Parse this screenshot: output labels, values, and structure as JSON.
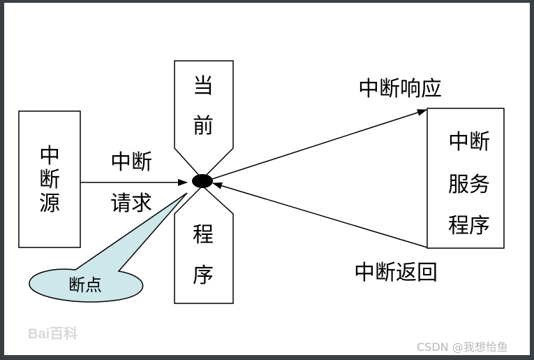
{
  "diagram": {
    "source_box": {
      "lines": [
        "中",
        "断",
        "源"
      ]
    },
    "request_label": {
      "lines": [
        "中断",
        "请求"
      ]
    },
    "program_top": {
      "lines": [
        "当",
        "前"
      ]
    },
    "program_bottom": {
      "lines": [
        "程",
        "序"
      ]
    },
    "breakpoint_label": "断点",
    "response_label": "中断响应",
    "return_label": "中断返回",
    "service_box": {
      "lines": [
        "中断",
        "服务",
        "程序"
      ]
    }
  },
  "watermarks": {
    "baidu": "Bai百科",
    "csdn": "CSDN @我想恰鱼"
  },
  "colors": {
    "frame": "#3a3f44",
    "bubble_fill": "#cde7ea",
    "stroke": "#000000"
  }
}
